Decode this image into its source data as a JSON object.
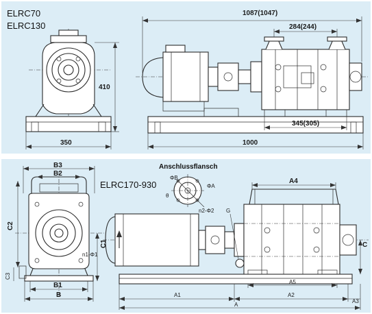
{
  "top": {
    "model_line1": "ELRC70",
    "model_line2": "ELRC130",
    "dims": {
      "total_length": "1087(1047)",
      "flange_span": "284(244)",
      "height": "410",
      "pump_length": "345(305)",
      "base_width": "350",
      "base_length": "1000"
    }
  },
  "bottom": {
    "model": "ELRC170-930",
    "flange_title": "Anschlussflansch",
    "flange_labels": {
      "phiB": "ΦB",
      "phiA": "ΦA",
      "theta": "θ",
      "n2phi2": "n2-Φ2"
    },
    "dims": {
      "B3": "B3",
      "B2": "B2",
      "C2": "C2",
      "C1": "C1",
      "n1phi1": "n1-Φ1",
      "C3": "C3",
      "B1": "B1",
      "B": "B",
      "A4": "A4",
      "G": "G",
      "C": "C",
      "A5": "A5",
      "A1": "A1",
      "A2": "A2",
      "A3": "A3",
      "A": "A"
    }
  }
}
